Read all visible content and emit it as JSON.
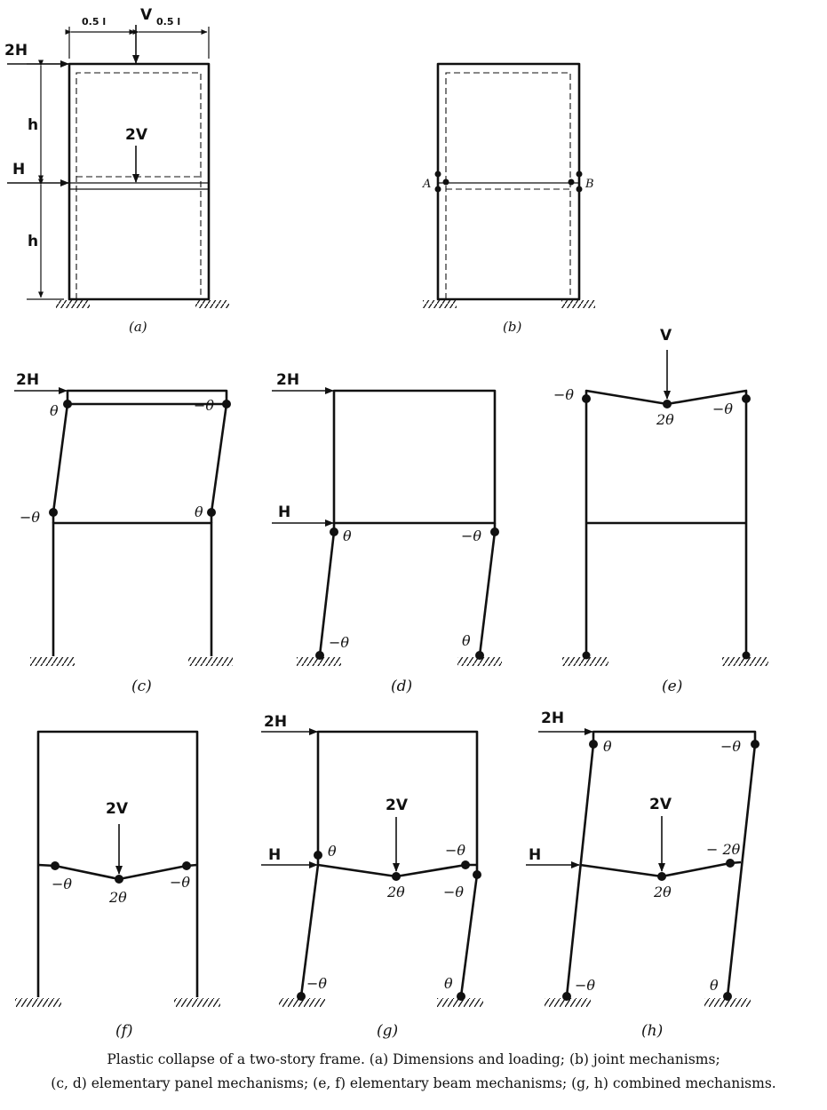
{
  "panels": {
    "a": {
      "caption": "(a)",
      "load_top_horizontal": "2H",
      "load_mid_horizontal": "H",
      "load_top_vertical": "V",
      "load_mid_vertical": "2V",
      "dim_left": "0.5 l",
      "dim_right": "0.5 l",
      "height_upper": "h",
      "height_lower": "h"
    },
    "b": {
      "caption": "(b)",
      "joint_left": "A",
      "joint_right": "B"
    },
    "c": {
      "caption": "(c)",
      "load_top": "2H",
      "rot_tl": "θ",
      "rot_tr": "−θ",
      "rot_ml": "−θ",
      "rot_mr": "θ"
    },
    "d": {
      "caption": "(d)",
      "load_top": "2H",
      "load_mid": "H",
      "rot_ml": "θ",
      "rot_mr": "−θ",
      "rot_bl": "−θ",
      "rot_br": "θ"
    },
    "e": {
      "caption": "(e)",
      "load_top": "V",
      "rot_l": "−θ",
      "rot_c": "2θ",
      "rot_r": "−θ"
    },
    "f": {
      "caption": "(f)",
      "load_mid": "2V",
      "rot_l": "−θ",
      "rot_c": "2θ",
      "rot_r": "−θ"
    },
    "g": {
      "caption": "(g)",
      "load_top": "2H",
      "load_mid": "H",
      "load_vert": "2V",
      "rot_ml": "θ",
      "rot_c": "2θ",
      "rot_mr_beam": "−θ",
      "rot_mr_col": "−θ",
      "rot_bl": "−θ",
      "rot_br": "θ"
    },
    "h": {
      "caption": "(h)",
      "load_top": "2H",
      "load_mid": "H",
      "load_vert": "2V",
      "rot_tl": "θ",
      "rot_tr": "−θ",
      "rot_mr": "− 2θ",
      "rot_c": "2θ",
      "rot_bl": "−θ",
      "rot_br": "θ"
    }
  },
  "caption": {
    "line1": "Plastic collapse of a two-story frame. (a) Dimensions and loading; (b) joint mechanisms;",
    "line2": "(c, d) elementary panel mechanisms; (e, f) elementary beam mechanisms; (g, h) combined mechanisms."
  }
}
